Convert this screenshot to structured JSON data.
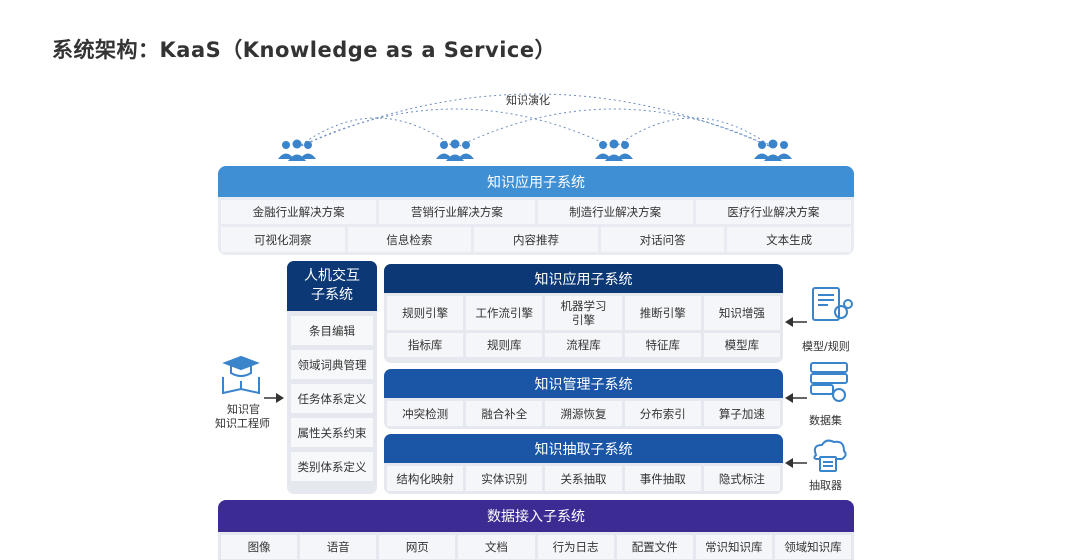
{
  "title": "系统架构：KaaS（Knowledge as a Service）",
  "evolution_label": "知识演化",
  "top_panel": {
    "header": "知识应用子系统",
    "row1": [
      "金融行业解决方案",
      "营销行业解决方案",
      "制造行业解决方案",
      "医疗行业解决方案"
    ],
    "row2": [
      "可视化洞察",
      "信息检索",
      "内容推荐",
      "对话问答",
      "文本生成"
    ]
  },
  "left_column": {
    "header_line1": "人机交互",
    "header_line2": "子系统",
    "items": [
      "条目编辑",
      "领域词典管理",
      "任务体系定义",
      "属性关系约束",
      "类别体系定义"
    ]
  },
  "app_box": {
    "header": "知识应用子系统",
    "row1": [
      "规则引擎",
      "工作流引擎",
      "机器学习\n引擎",
      "推断引擎",
      "知识增强"
    ],
    "row2": [
      "指标库",
      "规则库",
      "流程库",
      "特征库",
      "模型库"
    ]
  },
  "mgmt_box": {
    "header": "知识管理子系统",
    "row1": [
      "冲突检测",
      "融合补全",
      "溯源恢复",
      "分布索引",
      "算子加速"
    ]
  },
  "extract_box": {
    "header": "知识抽取子系统",
    "row1": [
      "结构化映射",
      "实体识别",
      "关系抽取",
      "事件抽取",
      "隐式标注"
    ]
  },
  "bottom_panel": {
    "header": "数据接入子系统",
    "row1": [
      "图像",
      "语音",
      "网页",
      "文档",
      "行为日志",
      "配置文件",
      "常识知识库",
      "领域知识库"
    ]
  },
  "left_actor": {
    "line1": "知识官",
    "line2": "知识工程师"
  },
  "right_inputs": {
    "model_rules": "模型/规则",
    "dataset": "数据集",
    "extractor": "抽取器"
  },
  "colors": {
    "light_blue": "#3f8fd4",
    "navy": "#0c3875",
    "blue": "#1b55a6",
    "purple": "#3b2b93",
    "icon_blue": "#3a84cc"
  }
}
